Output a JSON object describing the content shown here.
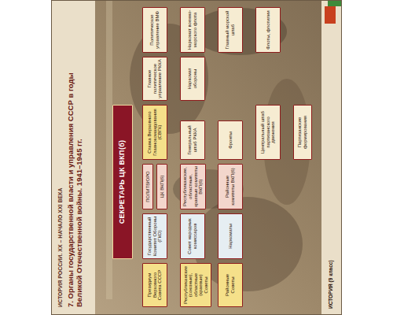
{
  "diagram": {
    "title": "7. Органы государственной власти и управления СССР в годы Великой Отечественной войны. 1941–1945 гг.",
    "nodes": [
      {
        "text": [
          "СЕКРЕТАРЬ ЦК ВКП(б)"
        ]
      },
      {
        "text": [
          "Президиум Верховного Совета СССР"
        ]
      },
      {
        "text": [
          "Государственный Комитет Обороны (ГКО)"
        ]
      },
      {
        "text": [
          "ПОЛИТБЮРО"
        ]
      },
      {
        "text": [
          "ЦК ВКП(б)"
        ]
      },
      {
        "text": [
          "Ставка Верховного Главнокомандования (СВГК)"
        ]
      },
      {
        "text": [
          "Главное политическое управление РККА"
        ]
      },
      {
        "text": [
          "Политическое управление ВМФ"
        ]
      },
      {
        "text": [
          "Республиканские (союзные), областные (краевые) Советы"
        ]
      },
      {
        "text": [
          "Совет народных комиссаров"
        ]
      },
      {
        "text": [
          "Республиканские, областные, краевые комитеты ВКП(б)"
        ]
      },
      {
        "text": [
          "Генеральный штаб РККА"
        ]
      },
      {
        "text": [
          "Наркомат обороны"
        ]
      },
      {
        "text": [
          "Наркомат военно-морского флота"
        ]
      },
      {
        "text": [
          "Районные Советы"
        ]
      },
      {
        "text": [
          "Наркоматы"
        ]
      },
      {
        "text": [
          "Районные комитеты ВКП(б)"
        ]
      },
      {
        "text": [
          "Фронты"
        ]
      },
      {
        "text": [
          "Главный морской штаб"
        ]
      },
      {
        "text": [
          "Центральный штаб партизанского движения"
        ]
      },
      {
        "text": [
          "Флоты, флотилии"
        ]
      },
      {
        "text": [
          "Партизанские формирования"
        ]
      }
    ],
    "edges": [
      {
        "from": 0,
        "to": 2,
        "arrow": "to"
      },
      {
        "from": 0,
        "to": 3,
        "arrow": "to"
      },
      {
        "from": 0,
        "to": 5,
        "arrow": "to"
      },
      {
        "from": 0,
        "to": 6,
        "arrow": "to"
      },
      {
        "from": 0,
        "to": 7,
        "arrow": "to"
      },
      {
        "from": 1,
        "to": 8,
        "arrow": "to"
      },
      {
        "from": 8,
        "to": 14,
        "arrow": "to"
      },
      {
        "from": 2,
        "to": 9,
        "arrow": "to"
      },
      {
        "from": 9,
        "to": 15,
        "arrow": "to"
      },
      {
        "from": 4,
        "to": 10,
        "arrow": "to"
      },
      {
        "from": 10,
        "to": 16,
        "arrow": "to"
      },
      {
        "from": 5,
        "to": 11,
        "arrow": "to"
      },
      {
        "from": 11,
        "to": 17,
        "arrow": "to"
      },
      {
        "from": 5,
        "to": 19,
        "arrow": "to"
      },
      {
        "from": 19,
        "to": 21,
        "arrow": "to"
      },
      {
        "from": 6,
        "to": 12,
        "arrow": "to"
      },
      {
        "from": 7,
        "to": 13,
        "arrow": "to"
      },
      {
        "from": 13,
        "to": 18,
        "arrow": "to"
      },
      {
        "from": 18,
        "to": 20,
        "arrow": "to"
      }
    ],
    "labels": [
      "ИСТОРИЯ РОССИИ. XX – НАЧАЛО XXI ВЕКА",
      "ИСТОРИЯ (9 класс)"
    ]
  }
}
